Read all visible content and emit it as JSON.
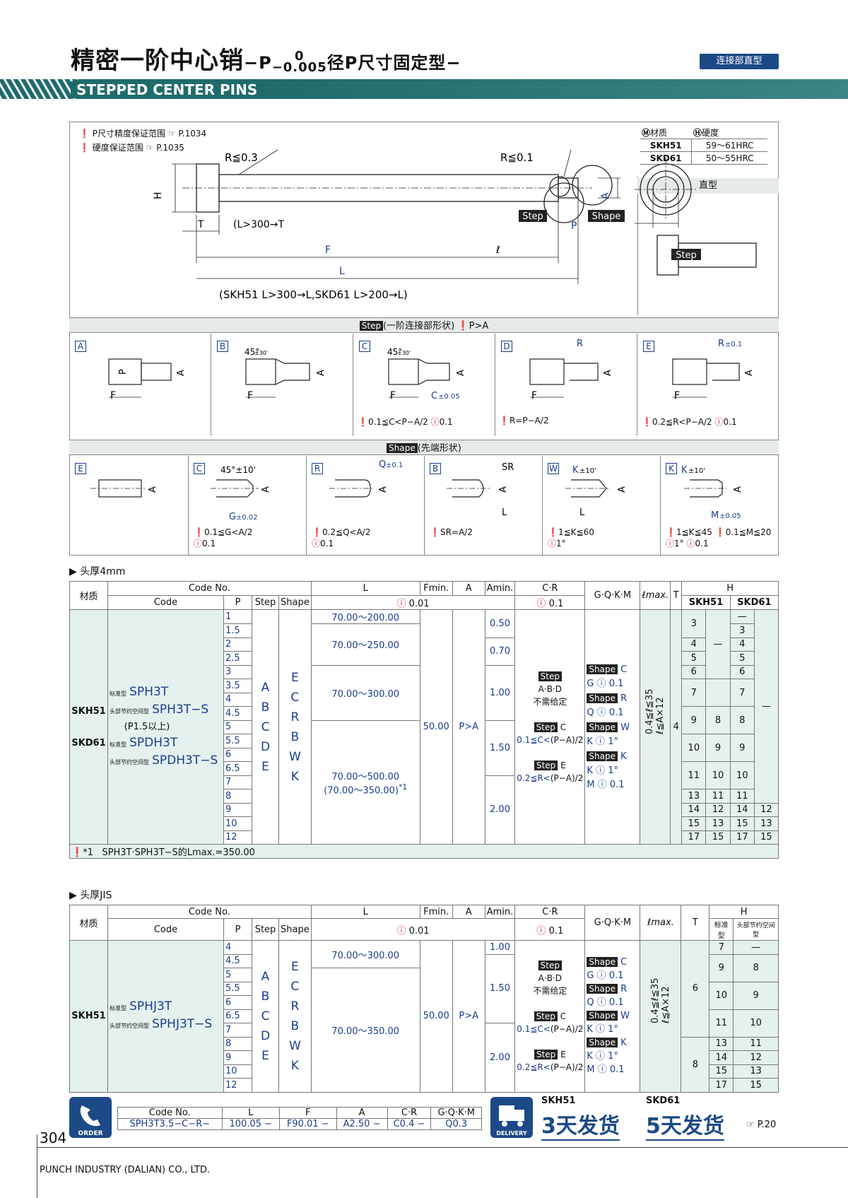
{
  "header": {
    "title": "精密一阶中心销",
    "subtitle_pre": "−P",
    "sup": "0",
    "sub": "−0.005",
    "subtitle_post": "径P尺寸固定型−",
    "badge": "连接部直型",
    "en_title": "STEPPED CENTER PINS"
  },
  "notes": {
    "n1": "P尺寸精度保证范围",
    "n1ref": "P.1034",
    "n2": "硬度保证范围",
    "n2ref": "P.1035"
  },
  "material": {
    "h1": "材质",
    "h2": "硬度",
    "rows": [
      [
        "SKH51",
        "59〜61HRC"
      ],
      [
        "SKD61",
        "50〜55HRC"
      ]
    ],
    "type": "直型"
  },
  "drawing": {
    "r03": "R≦0.3",
    "r01": "R≦0.1",
    "h": "H",
    "t": "T",
    "tnote": "(L>300→T",
    "f": "F",
    "l": "L",
    "lsmall": "ℓ",
    "a": "A",
    "p": "P",
    "step": "Step",
    "shape": "Shape",
    "bottom": "(SKH51 L>300→L",
    "bottom2": ",SKD61 L>200→L",
    "bottom3": ")"
  },
  "step_section": {
    "title": "(一阶连接部形状)",
    "cond": "P>A",
    "labels": [
      "A",
      "B",
      "C",
      "D",
      "E"
    ],
    "deg": "45°",
    "degtol": "±30'",
    "c": "C",
    "ctol": "±0.05",
    "r": "R",
    "rtol": "±0.1",
    "f": "F",
    "p": "P",
    "a": "A",
    "noteC": "0.1≦C<",
    "noteC2": "0.1",
    "noteD": "R=",
    "noteE": "0.2≦R<",
    "noteE2": "0.1",
    "frac_top": "P−A",
    "frac_bot": "2"
  },
  "shape_section": {
    "title": "(先端形状)",
    "labels": [
      "E",
      "C",
      "R",
      "B",
      "W",
      "K"
    ],
    "g": "G",
    "gtol": "±0.02",
    "q": "Q",
    "qtol": "±0.1",
    "sr": "SR",
    "deg10": "45°±10'",
    "k": "K",
    "ktol": "±10'",
    "m": "M",
    "mtol": "±0.05",
    "l": "L",
    "n_c1": "0.1≦G<A/2",
    "n_c2": "0.1",
    "n_r1": "0.2≦Q<A/2",
    "n_r2": "0.1",
    "n_b1": "SR=A/2",
    "n_w1": "1≦K≦60",
    "n_w2": "1°",
    "n_k1": "1≦K≦45",
    "n_k2": "0.1≦M≦20",
    "n_k3": "1°",
    "n_k4": "0.1"
  },
  "t1": {
    "section": "头厚4mm",
    "h_mat": "材质",
    "h_code": "Code No.",
    "h_code2": "Code",
    "h_p": "P",
    "h_step": "Step",
    "h_shape": "Shape",
    "h_l": "L",
    "h_tol": "0.01",
    "h_fmin": "Fmin.",
    "h_a": "A",
    "h_amin": "Amin.",
    "h_cr": "C·R",
    "h_crtol": "0.1",
    "h_gqkm": "G·Q·K·M",
    "h_lmax": "ℓmax.",
    "h_t": "T",
    "h_h": "H",
    "h_skh": "SKH51",
    "h_skd": "SKD61",
    "h_std": "标准型",
    "h_hole": "头部节约空间型",
    "mat1": "SKH51",
    "mat2": "SKD61",
    "code_std": "标准型",
    "code_hole": "头部节约空间型",
    "c1": "SPH3T",
    "c2": "SPH3T−S",
    "c_note": "(P1.5以上)",
    "c3": "SPDH3T",
    "c4": "SPDH3T−S",
    "p": [
      "1",
      "1.5",
      "2",
      "2.5",
      "3",
      "3.5",
      "4",
      "4.5",
      "5",
      "5.5",
      "6",
      "6.5",
      "7",
      "8",
      "9",
      "10",
      "12"
    ],
    "steps": [
      "A",
      "B",
      "C",
      "D",
      "E"
    ],
    "shapes": [
      "E",
      "C",
      "R",
      "B",
      "W",
      "K"
    ],
    "l1": "70.00〜200.00",
    "l2": "70.00〜250.00",
    "l3": "70.00〜300.00",
    "l4": "70.00〜500.00",
    "l4b": "(70.00〜350.00)",
    "fmin": "50.00",
    "a": "P>A",
    "amin": [
      "0.50",
      "0.70",
      "1.00",
      "1.50",
      "2.00"
    ],
    "cr_step": "Step",
    "cr_abd": "A·B·D",
    "cr_no": "不需给定",
    "cr_c": "0.1≦C<",
    "cr_e": "0.2≦R<",
    "g_c": "G",
    "g_r": "Q",
    "g_w": "K",
    "g_k": "K",
    "g_m": "M",
    "g_v1": "0.1",
    "g_v2": "1°",
    "lmax1": "0.4≦ℓ≦35",
    "lmax2": "ℓ≦A×12",
    "t": "4",
    "h": [
      [
        "3",
        "",
        "—"
      ],
      [
        "",
        "",
        "3"
      ],
      [
        "4",
        "—",
        "4"
      ],
      [
        "5",
        "",
        "5"
      ],
      [
        "6",
        "",
        "6"
      ],
      [
        "7",
        "",
        "7"
      ],
      [
        "9",
        "8",
        "8"
      ],
      [
        "10",
        "9",
        "9"
      ],
      [
        "11",
        "10",
        "10"
      ],
      [
        "13",
        "11",
        "11"
      ],
      [
        "14",
        "12",
        "14"
      ],
      [
        "15",
        "13",
        "15"
      ],
      [
        "17",
        "15",
        "17"
      ]
    ],
    "h_dash": "—",
    "h_skd2": [
      "12",
      "13",
      "15"
    ],
    "footnote": "SPH3T·SPH3T−S的Lmax.=350.00",
    "footmark": "*1"
  },
  "t2": {
    "section": "头厚JIS",
    "mat": "SKH51",
    "c1": "SPHJ3T",
    "c2": "SPHJ3T−S",
    "p": [
      "4",
      "4.5",
      "5",
      "5.5",
      "6",
      "6.5",
      "7",
      "8",
      "9",
      "10",
      "12"
    ],
    "l1": "70.00〜300.00",
    "l2": "70.00〜350.00",
    "amin": [
      "1.00",
      "1.50",
      "2.00"
    ],
    "t": [
      "6",
      "8"
    ],
    "h": [
      [
        "7",
        "—"
      ],
      [
        "9",
        "8"
      ],
      [
        "10",
        "9"
      ],
      [
        "11",
        "10"
      ],
      [
        "13",
        "11"
      ],
      [
        "14",
        "12"
      ],
      [
        "15",
        "13"
      ],
      [
        "17",
        "15"
      ]
    ]
  },
  "order": {
    "label": "ORDER",
    "cols": [
      "Code No.",
      "L",
      "F",
      "A",
      "C·R",
      "G·Q·K·M"
    ],
    "vals": [
      "SPH3T3.5−C−R−",
      "100.05 −",
      "F90.01 −",
      "A2.50 −",
      "C0.4 −",
      "Q0.3"
    ]
  },
  "delivery": {
    "label": "DELIVERY",
    "skh": "SKH51",
    "skd": "SKD61",
    "d1": "3天发货",
    "d2": "5天发货",
    "ref": "P.20"
  },
  "footer": {
    "page": "304",
    "company": "PUNCH INDUSTRY (DALIAN) CO., LTD."
  }
}
